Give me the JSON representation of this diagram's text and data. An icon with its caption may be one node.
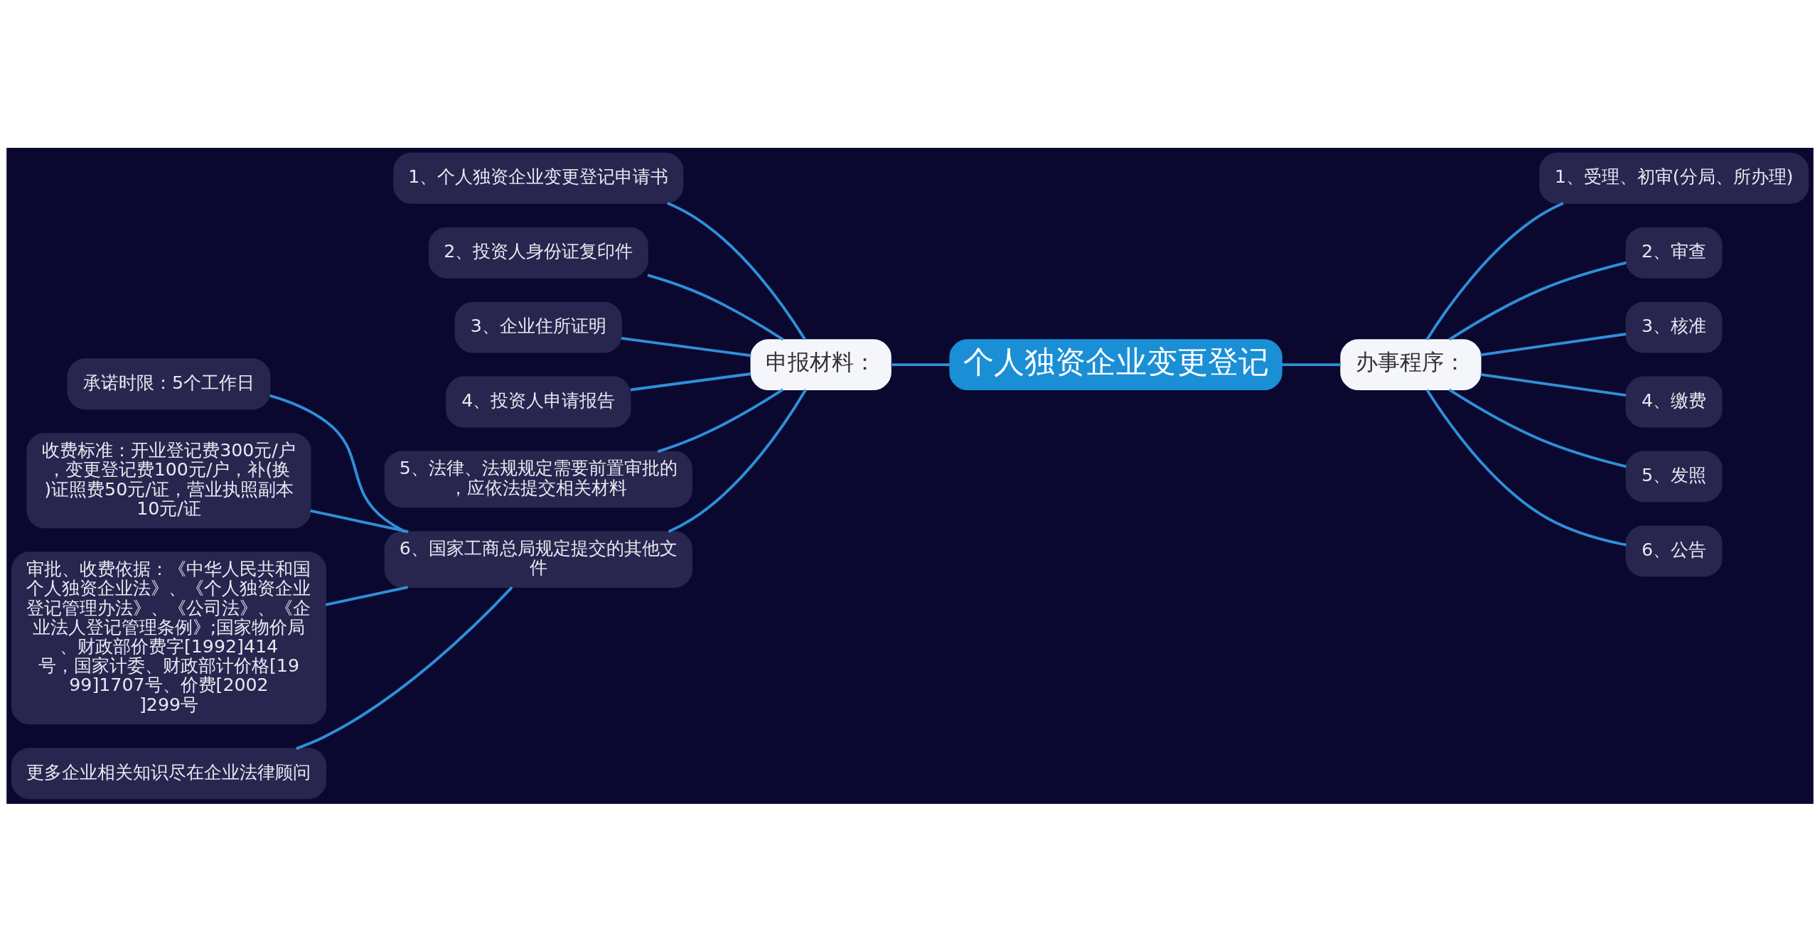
{
  "diagram": {
    "nodes": [
      {
        "text": [
          "个人独资企业变更登记"
        ]
      },
      {
        "text": [
          "申报材料："
        ]
      },
      {
        "text": [
          "1、个人独资企业变更登记申请书"
        ]
      },
      {
        "text": [
          "2、投资人身份证复印件"
        ]
      },
      {
        "text": [
          "3、企业住所证明"
        ]
      },
      {
        "text": [
          "4、投资人申请报告"
        ]
      },
      {
        "text": [
          "5、法律、法规规定需要前置审批的，应依法提交相关材料"
        ]
      },
      {
        "text": [
          "6、国家工商总局规定提交的其他文件"
        ]
      },
      {
        "text": [
          "承诺时限：5个工作日"
        ]
      },
      {
        "text": [
          "收费标准：开业登记费300元/户，变更登记费100元/户，补(换)证照费50元/证，营业执照副本10元/证"
        ]
      },
      {
        "text": [
          "审批、收费依据：《中华人民共和国个人独资企业法》、《个人独资企业登记管理办法》、《公司法》、《企业法人登记管理条例》;国家物价局、财政部价费字[1992]414号，国家计委、财政部计价格[1999]1707号、价费[2002]299号"
        ]
      },
      {
        "text": [
          "更多企业相关知识尽在企业法律顾问"
        ]
      },
      {
        "text": [
          "办事程序："
        ]
      },
      {
        "text": [
          "1、受理、初审(分局、所办理)"
        ]
      },
      {
        "text": [
          "2、审查"
        ]
      },
      {
        "text": [
          "3、核准"
        ]
      },
      {
        "text": [
          "4、缴费"
        ]
      },
      {
        "text": [
          "5、发照"
        ]
      },
      {
        "text": [
          "6、公告"
        ]
      }
    ],
    "edges": [
      {
        "from": 0,
        "to": 1,
        "arrow": "none"
      },
      {
        "from": 1,
        "to": 2,
        "arrow": "none"
      },
      {
        "from": 1,
        "to": 3,
        "arrow": "none"
      },
      {
        "from": 1,
        "to": 4,
        "arrow": "none"
      },
      {
        "from": 1,
        "to": 5,
        "arrow": "none"
      },
      {
        "from": 1,
        "to": 6,
        "arrow": "none"
      },
      {
        "from": 1,
        "to": 7,
        "arrow": "none"
      },
      {
        "from": 7,
        "to": 8,
        "arrow": "none"
      },
      {
        "from": 7,
        "to": 9,
        "arrow": "none"
      },
      {
        "from": 7,
        "to": 10,
        "arrow": "none"
      },
      {
        "from": 7,
        "to": 11,
        "arrow": "none"
      },
      {
        "from": 0,
        "to": 12,
        "arrow": "none"
      },
      {
        "from": 12,
        "to": 13,
        "arrow": "none"
      },
      {
        "from": 12,
        "to": 14,
        "arrow": "none"
      },
      {
        "from": 12,
        "to": 15,
        "arrow": "none"
      },
      {
        "from": 12,
        "to": 16,
        "arrow": "none"
      },
      {
        "from": 12,
        "to": 17,
        "arrow": "none"
      },
      {
        "from": 12,
        "to": 18,
        "arrow": "none"
      }
    ]
  }
}
